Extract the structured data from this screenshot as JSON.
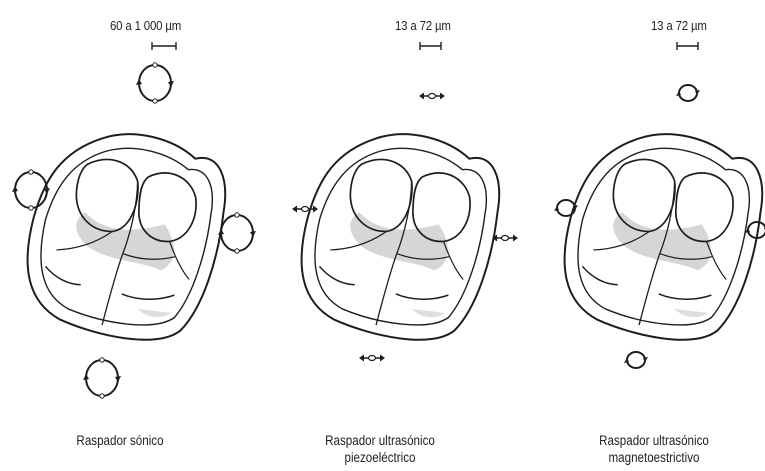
{
  "panels": [
    {
      "scale_label": "60 a 1 000 µm",
      "caption_lines": [
        "Raspador sónico"
      ],
      "motion": "elliptical-orbit"
    },
    {
      "scale_label": "13 a 72 µm",
      "caption_lines": [
        "Raspador ultrasónico",
        "piezoeléctrico"
      ],
      "motion": "linear-back-and-forth"
    },
    {
      "scale_label": "13 a 72 µm",
      "caption_lines": [
        "Raspador ultrasónico",
        "magnetoestrictivo"
      ],
      "motion": "small-elliptical"
    }
  ],
  "colors": {
    "ink": "#1e1e1e",
    "shade": "#c8c8c8",
    "paper": "#ffffff"
  }
}
